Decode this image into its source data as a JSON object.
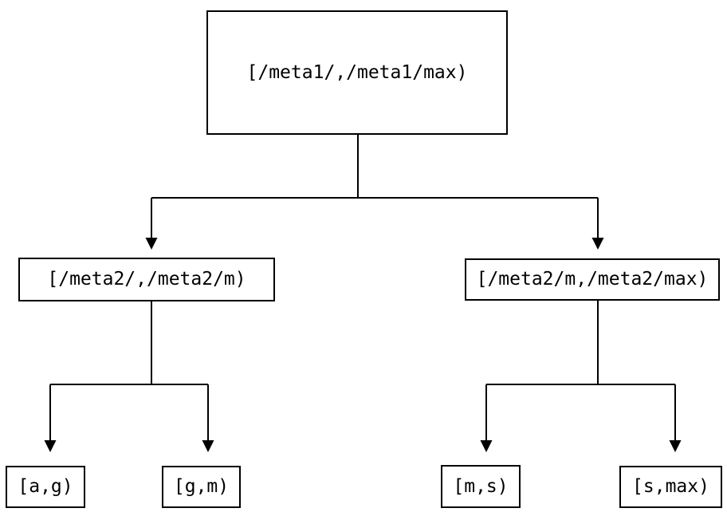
{
  "diagram": {
    "type": "tree",
    "colors": {
      "background": "#ffffff",
      "line": "#000000",
      "text": "#000000"
    },
    "nodes": {
      "root": {
        "label": "[/meta1/,/meta1/max)"
      },
      "mid_left": {
        "label": "[/meta2/,/meta2/m)"
      },
      "mid_right": {
        "label": "[/meta2/m,/meta2/max)"
      },
      "leaf_1": {
        "label": "[a,g)"
      },
      "leaf_2": {
        "label": "[g,m)"
      },
      "leaf_3": {
        "label": "[m,s)"
      },
      "leaf_4": {
        "label": "[s,max)"
      }
    },
    "edges": [
      {
        "from": "root",
        "to": "mid_left"
      },
      {
        "from": "root",
        "to": "mid_right"
      },
      {
        "from": "mid_left",
        "to": "leaf_1"
      },
      {
        "from": "mid_left",
        "to": "leaf_2"
      },
      {
        "from": "mid_right",
        "to": "leaf_3"
      },
      {
        "from": "mid_right",
        "to": "leaf_4"
      }
    ]
  }
}
